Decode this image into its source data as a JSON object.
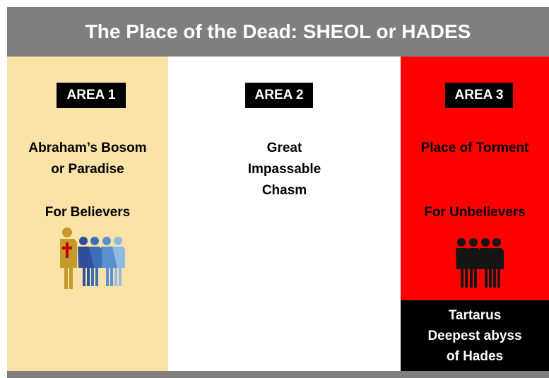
{
  "title": "The Place of the Dead: SHEOL or HADES",
  "colors": {
    "header_bar": "#7f7f7f",
    "area1_bg": "#fbe2a6",
    "area2_bg": "#ffffff",
    "area3_bg": "#ff0000",
    "badge_bg": "#000000",
    "deep_bg": "#000000",
    "believer_icons": [
      "#c49a2a",
      "#2d4f9c",
      "#3c6fb8",
      "#5b8fcf",
      "#8fbbe3"
    ],
    "unbeliever_icons": "#151515",
    "cross": "#c00000"
  },
  "areas": [
    {
      "badge": "AREA 1",
      "lines": [
        "Abraham’s Bosom",
        "or Paradise"
      ],
      "note": "For Believers",
      "icon": "believers-group-icon"
    },
    {
      "badge": "AREA 2",
      "lines": [
        "Great",
        "Impassable",
        "Chasm"
      ]
    },
    {
      "badge": "AREA 3",
      "lines": [
        "Place of Torment"
      ],
      "note": "For Unbelievers",
      "icon": "unbelievers-group-icon",
      "deep": [
        "Tartarus",
        "Deepest abyss",
        "of Hades"
      ]
    }
  ]
}
